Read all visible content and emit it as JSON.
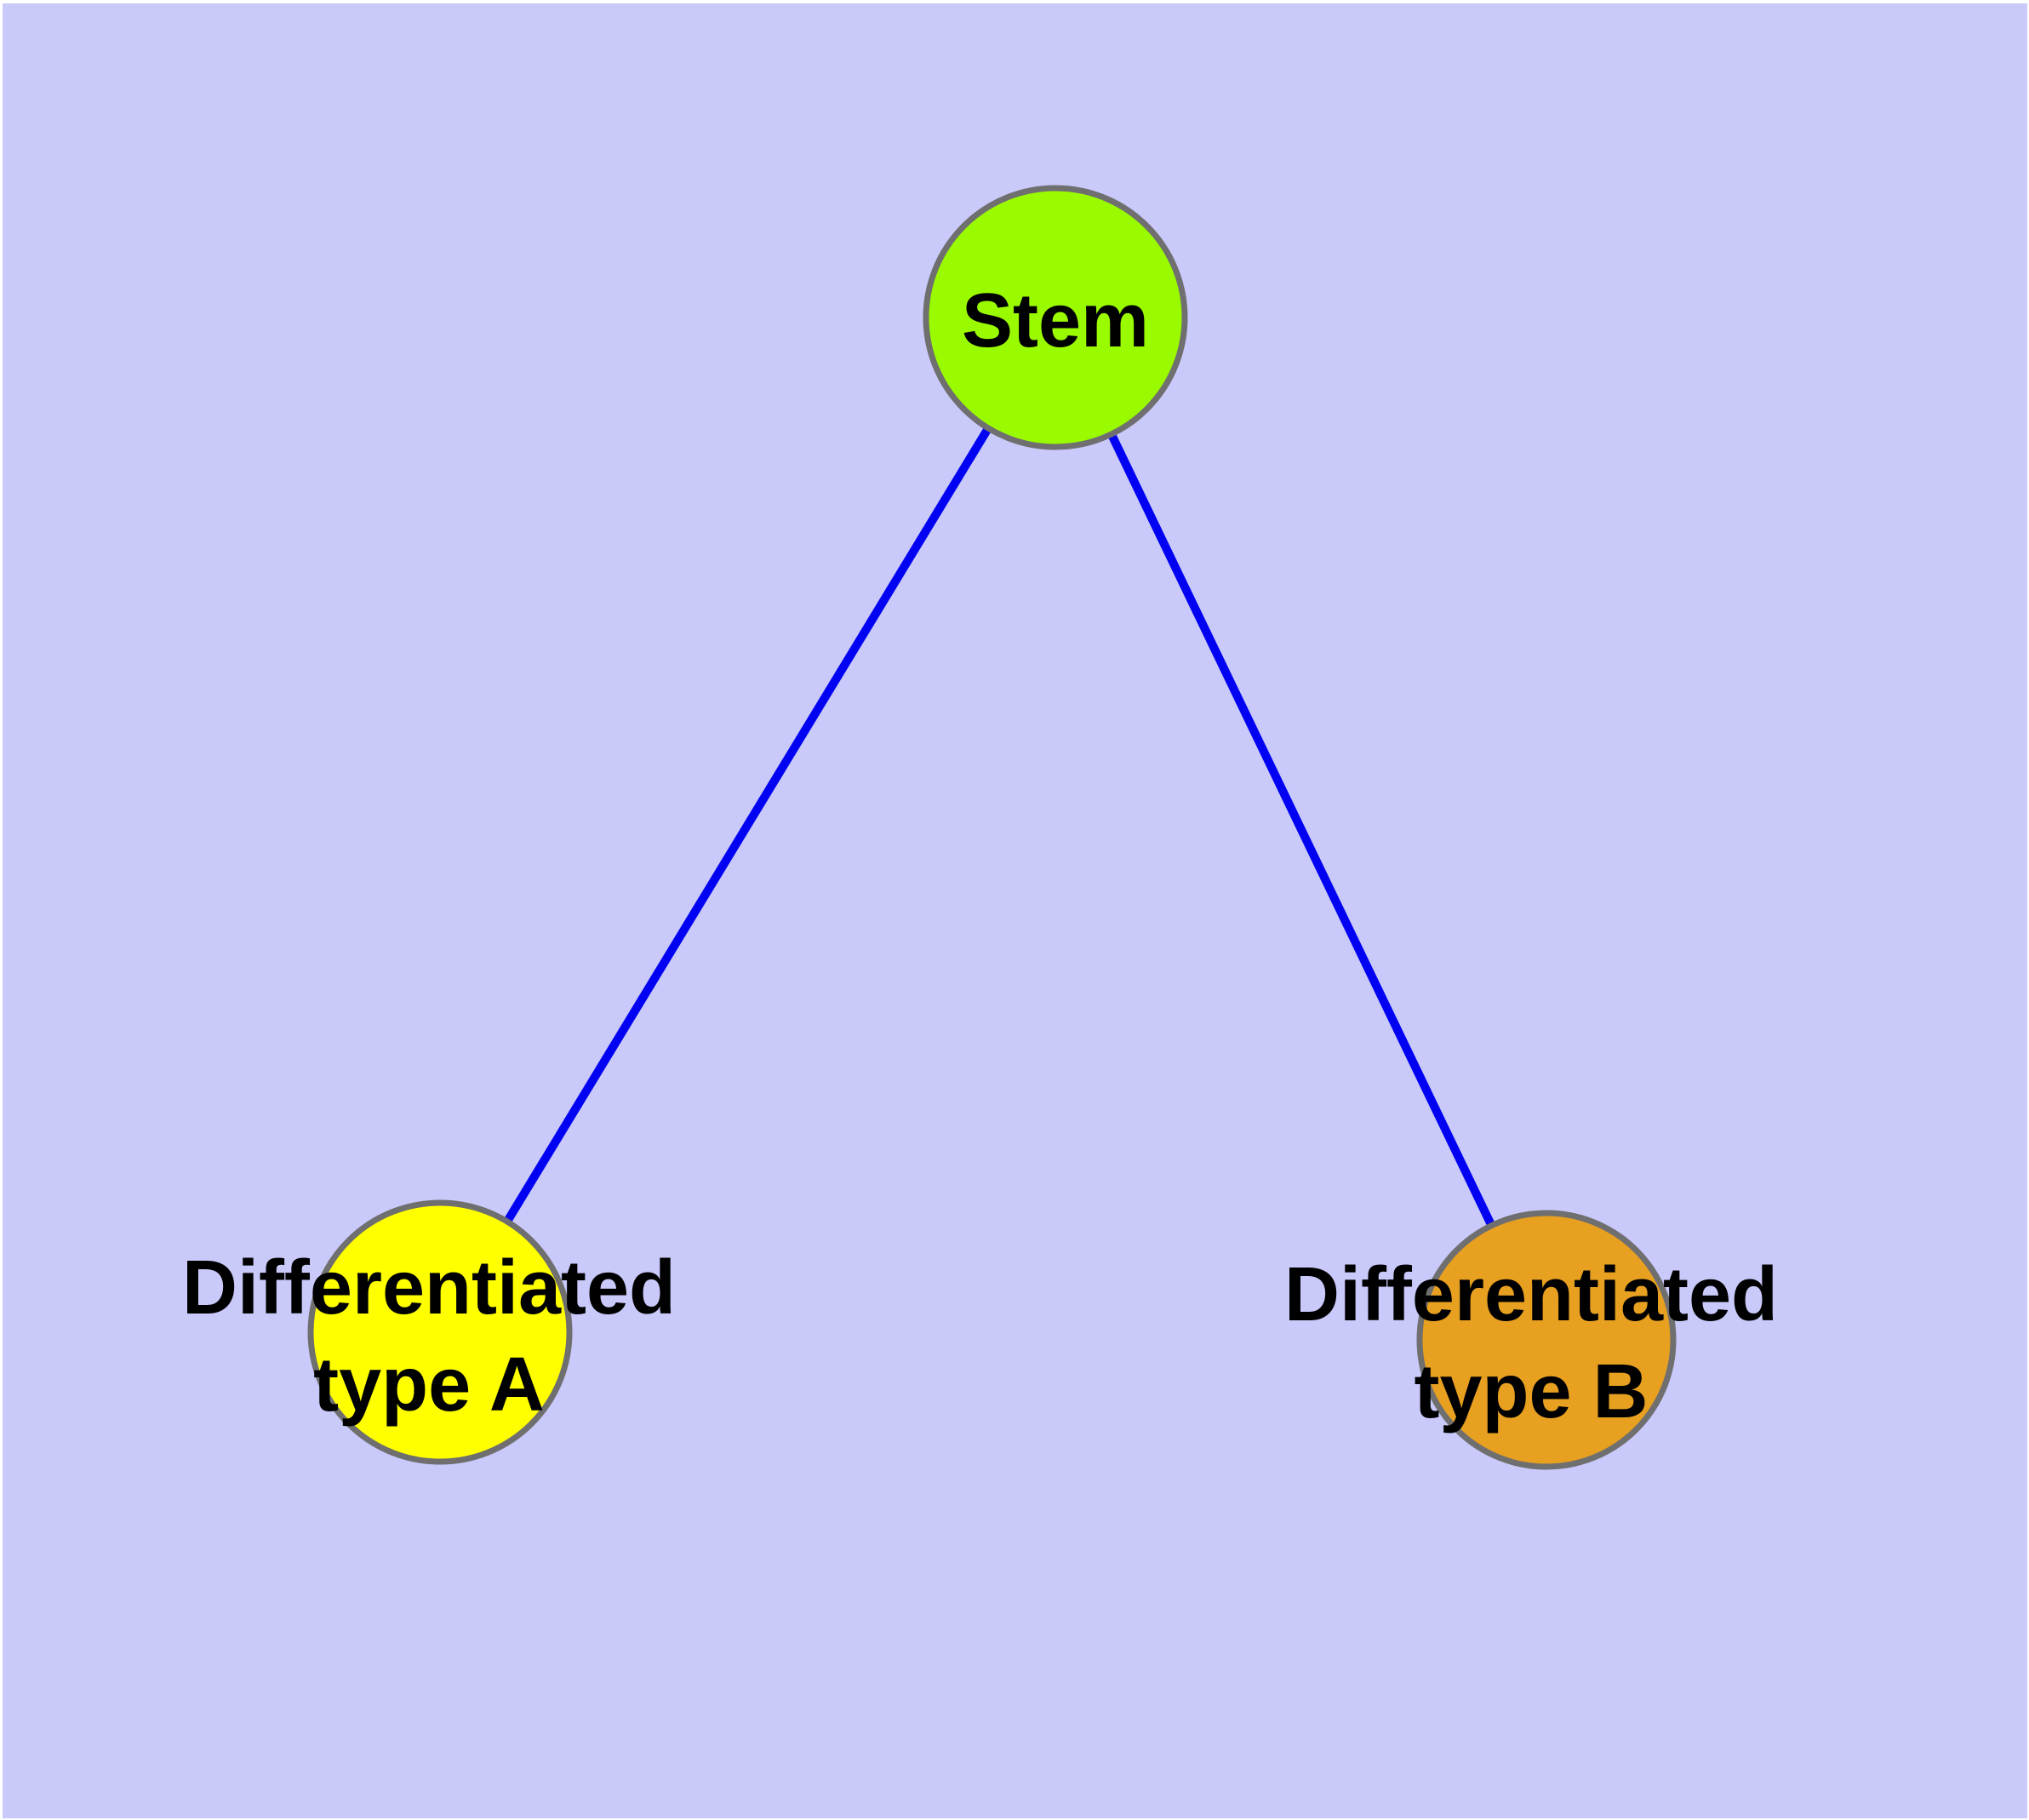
{
  "canvas": {
    "background": "#C9C9FA",
    "margin_color": "#FFFFFF"
  },
  "edges": {
    "color": "#0202F2",
    "items": [
      {
        "from": "stem",
        "to": "differentiated-type-a"
      },
      {
        "from": "stem",
        "to": "differentiated-type-b"
      }
    ]
  },
  "nodes": {
    "stroke_color": "#6F6F6F",
    "label_color": "#000000",
    "stem": {
      "label": "Stem",
      "fill": "#9AFB00"
    },
    "type_a": {
      "label_line1": "Differentiated",
      "label_line2": "type A",
      "fill": "#FFFF00"
    },
    "type_b": {
      "label_line1": "Differentiated",
      "label_line2": "type B",
      "fill": "#E8A020"
    }
  }
}
